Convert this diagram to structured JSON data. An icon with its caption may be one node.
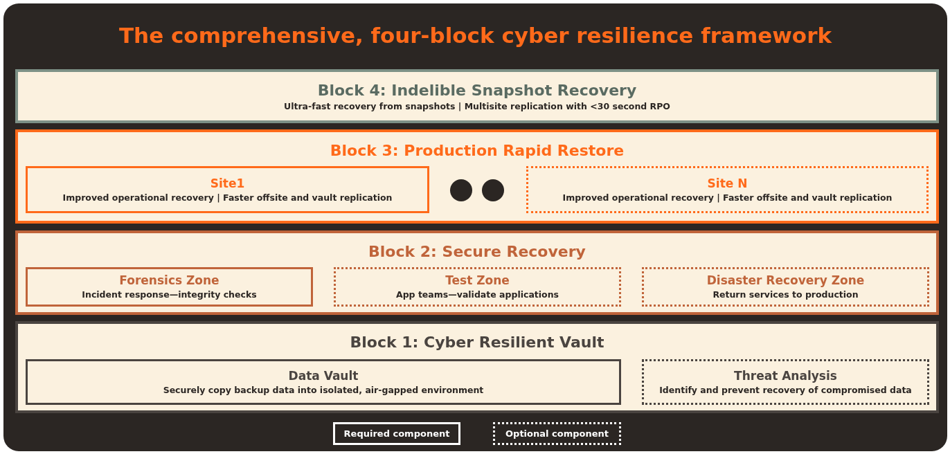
{
  "diagram": {
    "title": "The comprehensive, four-block cyber resilience framework",
    "nodes": [
      {
        "text": [
          "Block 4: Indelible Snapshot Recovery",
          "Ultra-fast recovery from snapshots  |  Multisite replication with <30 second RPO"
        ]
      },
      {
        "text": [
          "Block 3: Production Rapid Restore"
        ]
      },
      {
        "text": [
          "Site1",
          "Improved operational recovery  |  Faster offsite and vault replication"
        ],
        "in": 1
      },
      {
        "text": [
          "Site N",
          "Improved operational recovery  |  Faster offsite and vault replication"
        ],
        "in": 1
      },
      {
        "text": [
          "Block 2: Secure Recovery"
        ]
      },
      {
        "text": [
          "Forensics Zone",
          "Incident response—integrity checks"
        ],
        "in": 4
      },
      {
        "text": [
          "Test Zone",
          "App teams—validate applications"
        ],
        "in": 4
      },
      {
        "text": [
          "Disaster Recovery Zone",
          "Return services to production"
        ],
        "in": 4
      },
      {
        "text": [
          "Block 1: Cyber Resilient Vault"
        ]
      },
      {
        "text": [
          "Data Vault",
          "Securely copy backup data into isolated, air-gapped environment"
        ],
        "in": 8
      },
      {
        "text": [
          "Threat Analysis",
          "Identify and prevent recovery of compromised data"
        ],
        "in": 8
      }
    ],
    "legend": [
      {
        "text": "Required component"
      },
      {
        "text": "Optional component"
      }
    ]
  }
}
